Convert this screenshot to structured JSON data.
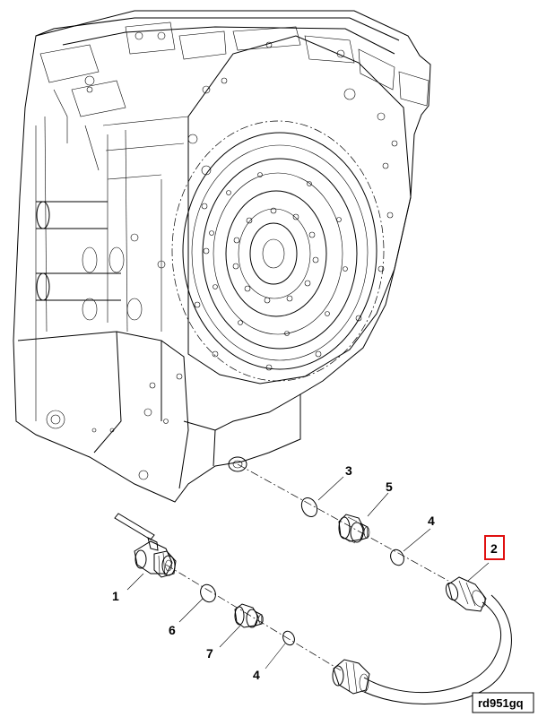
{
  "callouts": {
    "c1": "1",
    "c2": "2",
    "c3": "3",
    "c4a": "4",
    "c4b": "4",
    "c5": "5",
    "c6": "6",
    "c7": "7"
  },
  "drawing_id": "rd951gq",
  "highlight_color": "#e01010"
}
